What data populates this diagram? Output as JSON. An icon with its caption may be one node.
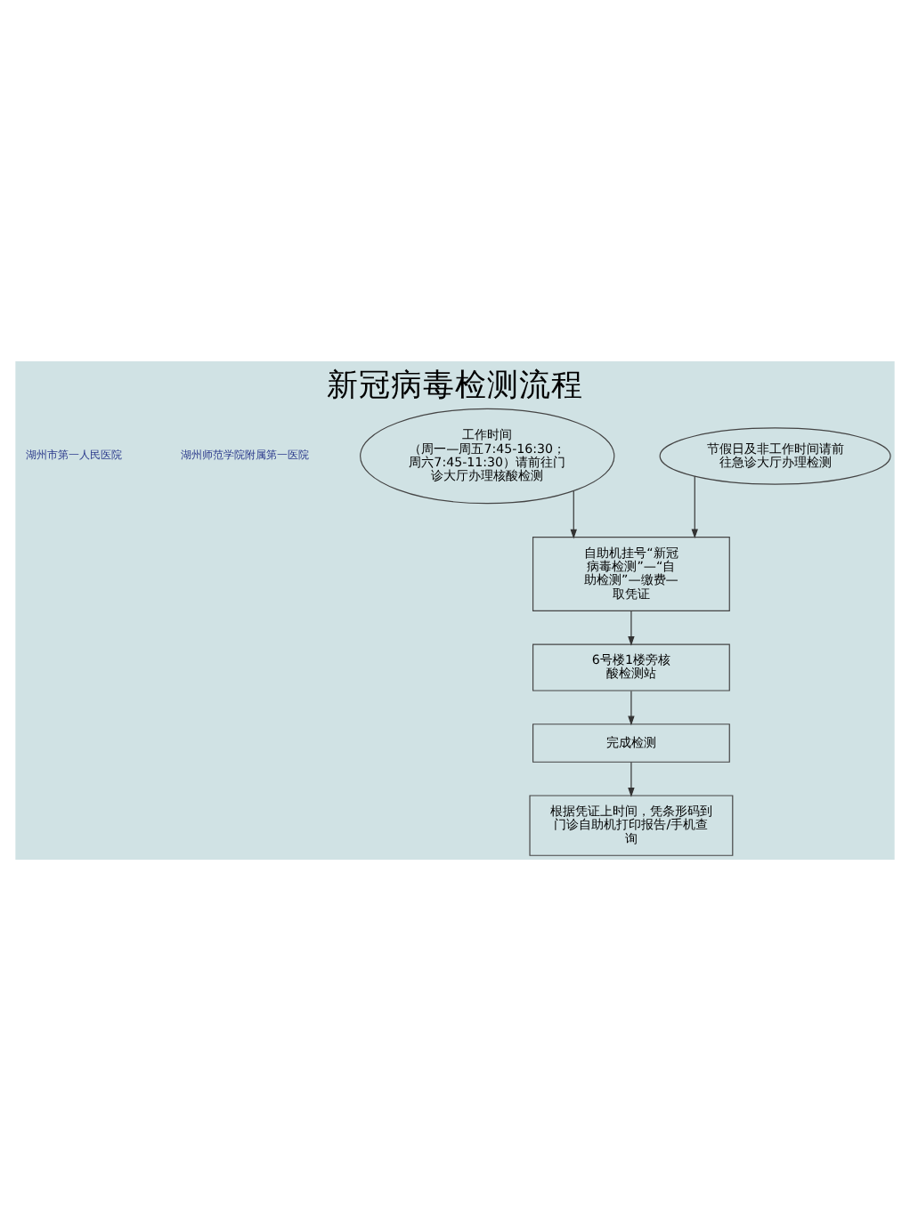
{
  "diagram": {
    "title": "新冠病毒检测流程",
    "nodes": [
      {
        "text": [
          "工作时间",
          "（周一—周五7:45-16:30；周六7:45-11:30）请前往门诊大厅办理核酸检测"
        ]
      },
      {
        "text": [
          "节假日及非工作时间请前往急诊大厅办理检测"
        ]
      },
      {
        "text": [
          "自助机挂号“新冠病毒检测”—“自助检测”—缴费—取凭证"
        ]
      },
      {
        "text": [
          "6号楼1楼旁核酸检测站"
        ]
      },
      {
        "text": [
          "完成检测"
        ]
      },
      {
        "text": [
          "根据凭证上时间，凭条形码到门诊自助机打印报告/手机查询"
        ]
      }
    ],
    "edges": [
      {
        "from": 0,
        "to": 2,
        "arrow": "to"
      },
      {
        "from": 1,
        "to": 2,
        "arrow": "to"
      },
      {
        "from": 2,
        "to": 3,
        "arrow": "to"
      },
      {
        "from": 3,
        "to": 4,
        "arrow": "to"
      },
      {
        "from": 4,
        "to": 5,
        "arrow": "to"
      }
    ],
    "labels": [
      "湖州市第一人民医院",
      "湖州师范学院附属第一医院"
    ]
  }
}
